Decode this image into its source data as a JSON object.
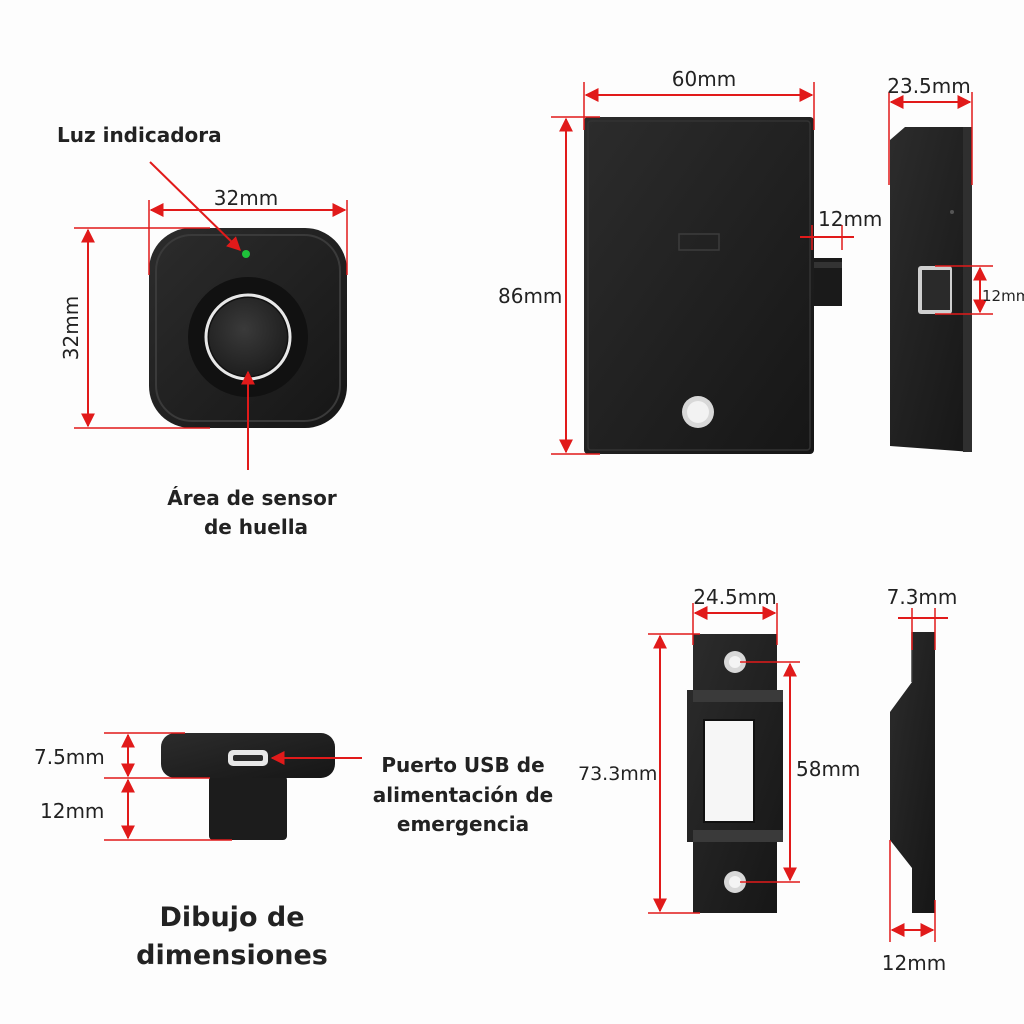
{
  "colors": {
    "dimension_line": "#e11a1a",
    "device_body": "#1c1c1c",
    "device_face": "#2a2a2a",
    "indicator_led": "#1fc23a",
    "text": "#222222"
  },
  "sensor": {
    "indicator_label": "Luz indicadora",
    "sensor_label_line1": "Área de sensor",
    "sensor_label_line2": "de huella",
    "width": "32mm",
    "height": "32mm"
  },
  "lock_body": {
    "width": "60mm",
    "height": "86mm",
    "bolt": "12mm",
    "depth": "23.5mm",
    "side_bolt": "12mm"
  },
  "side_view": {
    "top_thickness": "7.5mm",
    "stem_height": "12mm",
    "usb_label_line1": "Puerto USB de",
    "usb_label_line2": "alimentación de",
    "usb_label_line3": "emergencia"
  },
  "strike_plate": {
    "width": "24.5mm",
    "height": "73.3mm",
    "hole_spacing": "58mm",
    "thickness": "7.3mm",
    "depth": "12mm"
  },
  "caption": {
    "line1": "Dibujo de",
    "line2": "dimensiones"
  }
}
